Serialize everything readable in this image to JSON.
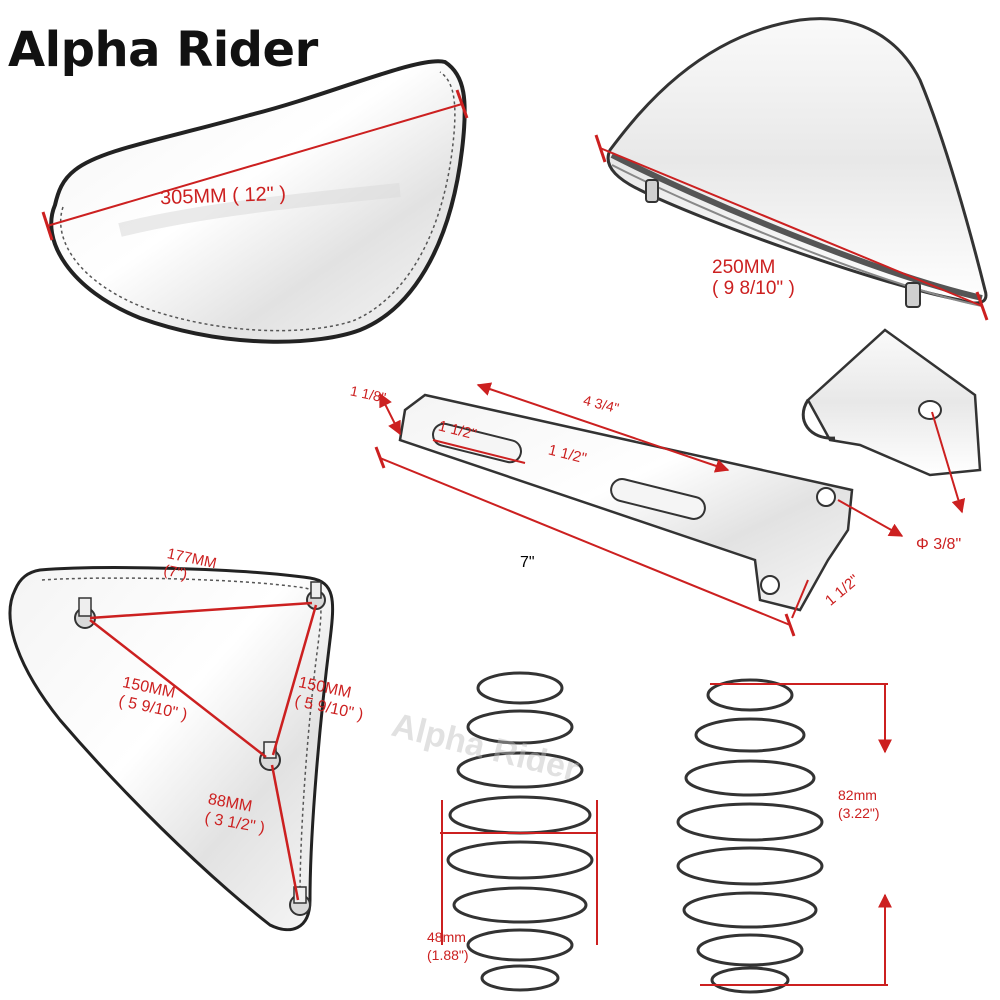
{
  "brand": "Alpha Rider",
  "watermark": "Alpha Rider",
  "accent_color": "#cc2020",
  "seat_top": {
    "width_label": "305MM ( 12\" )"
  },
  "baseplate": {
    "width_label": "250MM",
    "width_label_inch": "( 9  8/10\" )"
  },
  "bracket": {
    "end_width": "1 1/8\"",
    "slot_span": "4 3/4\"",
    "slot_length_1": "1 1/2\"",
    "slot_length_2": "1 1/2\"",
    "total_length": "7\"",
    "foot_width": "1 1/2\"",
    "hole_diameter": "Φ 3/8\""
  },
  "mounts": {
    "top_mm": "177MM",
    "top_in": "(7\")",
    "left_mm": "150MM",
    "left_in": "( 5  9/10\" )",
    "right_mm": "150MM",
    "right_in": "( 5  9/10\" )",
    "bottom_mm": "88MM",
    "bottom_in": "( 3  1/2\" )"
  },
  "springs": {
    "height_mm": "82mm",
    "height_in": "(3.22\")",
    "diameter_mm": "48mm",
    "diameter_in": "(1.88\")"
  }
}
